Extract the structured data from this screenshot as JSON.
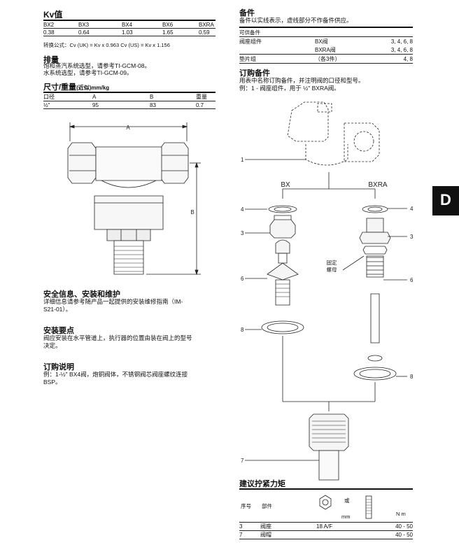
{
  "kv": {
    "title": "Kv值",
    "headers": [
      "BX2",
      "BX3",
      "BX4",
      "BX6",
      "BXRA"
    ],
    "values": [
      "0.38",
      "0.64",
      "1.03",
      "1.65",
      "0.59"
    ],
    "conversion": "转换公式：Cv (UK) = Kv x 0.963     Cv (US) = Kv x 1.156"
  },
  "drain": {
    "title": "排量",
    "lines": [
      "饱和蒸汽系统选型，请参考TI-GCM-08。",
      "水系统选型，请参考TI-GCM-09。"
    ]
  },
  "dims": {
    "title": "尺寸/重量",
    "title_small": "(近似)mm/kg",
    "headers": [
      "口径",
      "A",
      "B",
      "重量"
    ],
    "row": [
      "½\"",
      "95",
      "83",
      "0.7"
    ]
  },
  "drawing": {
    "label_a": "A",
    "label_b": "B"
  },
  "safety": {
    "title": "安全信息、安装和维护",
    "lines": [
      "详细信息请参考随产品一起提供的安装维修指南（IM-",
      "S21-01）。"
    ]
  },
  "install": {
    "title": "安装要点",
    "lines": [
      "阀应安装在水平管道上，执行器的位置由装在阀上的型号",
      "决定。"
    ]
  },
  "ordering": {
    "title": "订购说明",
    "lines": [
      "例：1-½\" BX4阀，炮铜阀体，不锈钢阀芯阀座螺纹连接",
      "BSP。"
    ]
  },
  "spares": {
    "title": "备件",
    "subtitle": "备件以实线表示，虚线部分不作备件供应。",
    "available": "可供备件",
    "rows": [
      {
        "name": "阀座组件",
        "model": "BX阀",
        "parts": "3, 4, 6, 8"
      },
      {
        "name": "",
        "model": "BXRA阀",
        "parts": "3, 4, 6, 8"
      },
      {
        "name": "垫片组",
        "model": "（各3件）",
        "parts": "4, 8"
      }
    ]
  },
  "spares_order": {
    "title": "订购备件",
    "lines": [
      "用表中名称订购备件，并注明阀的口径和型号。",
      "例：1 - 阀座组件，用于 ½\" BXRA阀。"
    ]
  },
  "exploded": {
    "label_bx": "BX",
    "label_bxra": "BXRA",
    "fixed_nut": [
      "固定",
      "螺母"
    ],
    "callouts": {
      "c1": "1",
      "c4l": "4",
      "c4r": "4",
      "c3l": "3",
      "c3r": "3",
      "c6l": "6",
      "c6r": "6",
      "c8l": "8",
      "c8r": "8",
      "c7": "7"
    }
  },
  "torque": {
    "title": "建议拧紧力矩",
    "headers": [
      "序号",
      "部件",
      "或",
      "mm",
      "N m"
    ],
    "rows": [
      {
        "no": "3",
        "part": "阀座",
        "size": "18 A/F",
        "nm": "40 - 50"
      },
      {
        "no": "7",
        "part": "阀帽",
        "size": "",
        "nm": "40 - 50"
      }
    ]
  },
  "side_tab": "D"
}
